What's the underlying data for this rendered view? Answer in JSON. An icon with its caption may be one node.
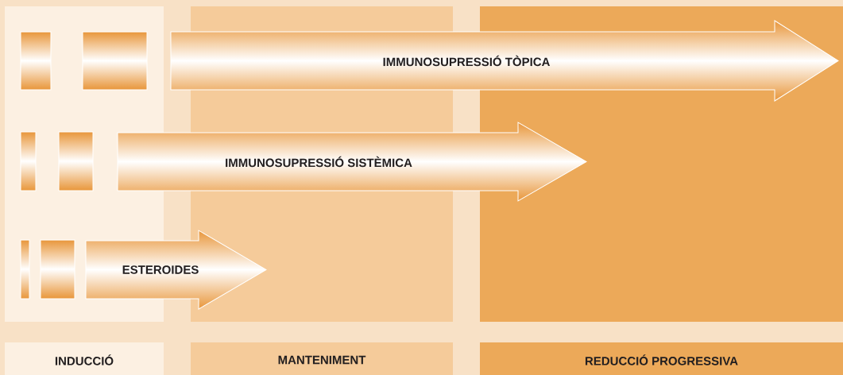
{
  "diagram": {
    "nodes": [
      {
        "text": [],
        "shape": "bar"
      },
      {
        "text": [],
        "shape": "bar"
      },
      {
        "text": [
          "IMMUNOSUPRESSIÓ TÒPICA"
        ]
      },
      {
        "text": [],
        "shape": "bar"
      },
      {
        "text": [],
        "shape": "bar"
      },
      {
        "text": [
          "IMMUNOSUPRESSIÓ SISTÈMICA"
        ]
      },
      {
        "text": [],
        "shape": "bar"
      },
      {
        "text": [],
        "shape": "bar"
      },
      {
        "text": [
          "ESTEROIDES"
        ]
      },
      {
        "text": [
          "INDUCCIÓ"
        ]
      },
      {
        "text": [
          "MANTENIMENT"
        ]
      },
      {
        "text": [
          "REDUCCIÓ PROGRESSIVA"
        ]
      }
    ]
  }
}
